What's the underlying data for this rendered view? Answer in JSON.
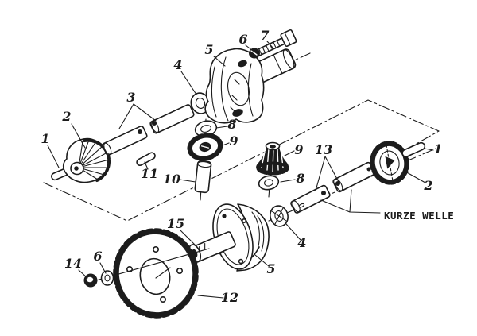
{
  "figure": {
    "type": "exploded-parts-diagram",
    "colors": {
      "ink": "#1c1c1c",
      "paper": "#ffffff"
    },
    "annotation": {
      "text": "KURZE WELLE",
      "name": "kurze-welle-label"
    },
    "callouts": [
      {
        "text": "1",
        "name": "pin-left"
      },
      {
        "text": "2",
        "name": "bevel-gear-left"
      },
      {
        "text": "3",
        "name": "shaft-pair-left"
      },
      {
        "text": "4",
        "name": "washer-top"
      },
      {
        "text": "5",
        "name": "housing-top"
      },
      {
        "text": "6",
        "name": "nut-top"
      },
      {
        "text": "7",
        "name": "bolt"
      },
      {
        "text": "8",
        "name": "washer-center-left"
      },
      {
        "text": "9",
        "name": "gear-center-left"
      },
      {
        "text": "11",
        "name": "pin-center"
      },
      {
        "text": "10",
        "name": "dowel-pin"
      },
      {
        "text": "9",
        "name": "bevel-gear-center-right"
      },
      {
        "text": "8",
        "name": "washer-center-right"
      },
      {
        "text": "13",
        "name": "shaft-pair-right"
      },
      {
        "text": "1",
        "name": "pin-right"
      },
      {
        "text": "2",
        "name": "gear-right"
      },
      {
        "text": "15",
        "name": "bearing-bore"
      },
      {
        "text": "4",
        "name": "washer-bottom"
      },
      {
        "text": "5",
        "name": "housing-bottom"
      },
      {
        "text": "12",
        "name": "sprocket"
      },
      {
        "text": "6",
        "name": "washer-small-bottom"
      },
      {
        "text": "14",
        "name": "nut-bottom"
      }
    ]
  }
}
